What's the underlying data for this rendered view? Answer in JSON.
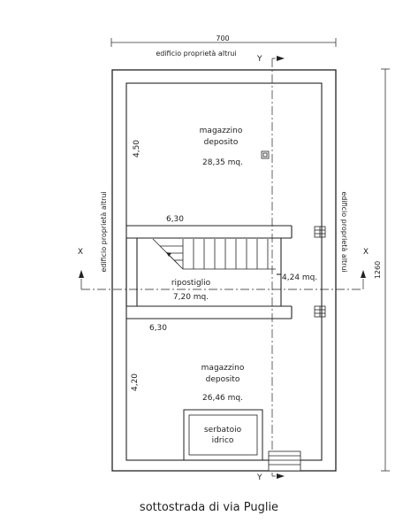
{
  "plan": {
    "top_dimension": "700",
    "right_dimension": "1260",
    "neighbor_top": "edificio proprietà altrui",
    "neighbor_left": "edificio proprietà altrui",
    "neighbor_right": "edificio proprietà altrui",
    "axis_y": "Y",
    "axis_x": "X",
    "rooms": {
      "upper": {
        "name": "magazzino",
        "use": "deposito",
        "area": "28,35 mq.",
        "height_dim": "4,50",
        "width_dim": "6,30"
      },
      "middle": {
        "name": "ripostiglio",
        "area": "7,20 mq.",
        "height_dim": "4,24 mq.",
        "width_dim": "6,30"
      },
      "lower": {
        "name": "magazzino",
        "use": "deposito",
        "area": "26,46 mq.",
        "height_dim": "4,20"
      },
      "tank": {
        "line1": "serbatoio",
        "line2": "idrico"
      }
    }
  },
  "caption": "sottostrada di via Puglie"
}
